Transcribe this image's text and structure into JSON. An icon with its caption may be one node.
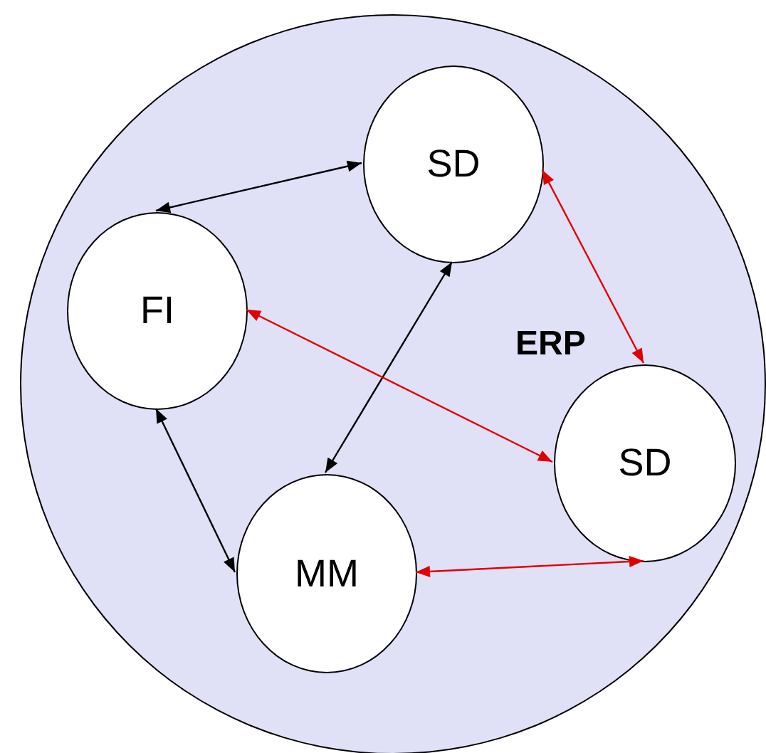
{
  "diagram": {
    "nodes": [
      {
        "text": [
          "ERP"
        ]
      },
      {
        "text": [
          "SD"
        ],
        "in": 0
      },
      {
        "text": [
          "FI"
        ],
        "in": 0
      },
      {
        "text": [
          "SD"
        ],
        "in": 0
      },
      {
        "text": [
          "MM"
        ],
        "in": 0
      }
    ],
    "edges": [
      {
        "from": 2,
        "to": 1,
        "arrow": "both"
      },
      {
        "from": 1,
        "to": 4,
        "arrow": "both"
      },
      {
        "from": 2,
        "to": 4,
        "arrow": "both"
      },
      {
        "from": 1,
        "to": 3,
        "arrow": "both",
        "color": "#e00000"
      },
      {
        "from": 2,
        "to": 3,
        "arrow": "both",
        "color": "#e00000"
      },
      {
        "from": 4,
        "to": 3,
        "arrow": "both",
        "color": "#e00000"
      }
    ]
  }
}
